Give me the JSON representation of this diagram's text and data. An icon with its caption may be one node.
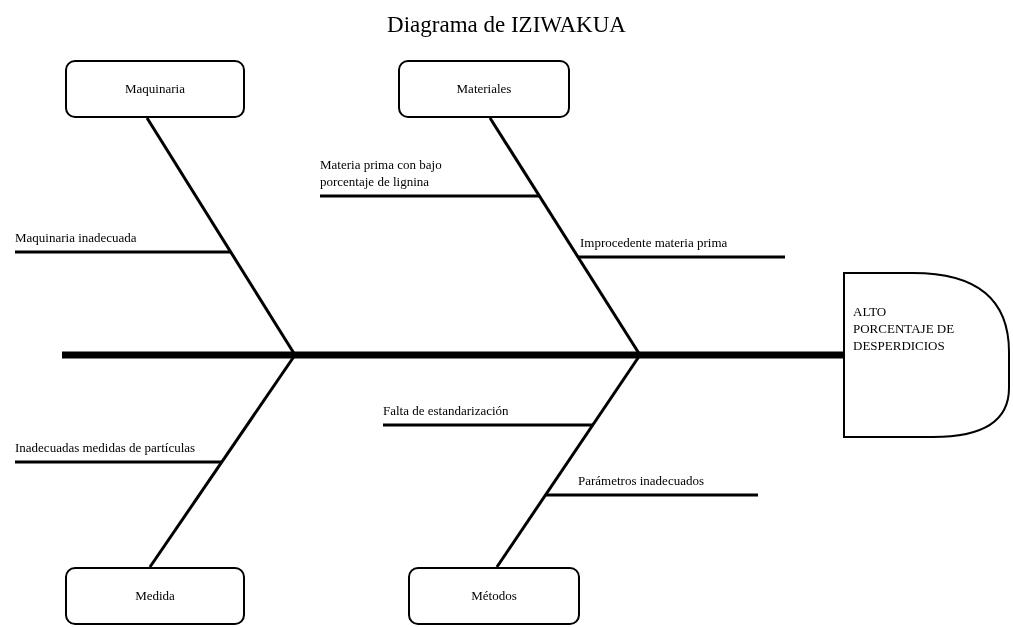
{
  "diagram": {
    "title": "Diagrama de IZIWAKUA",
    "nodes": [
      {
        "text": [
          "Maquinaria"
        ]
      },
      {
        "text": [
          "Materiales"
        ]
      },
      {
        "text": [
          "Materia prima con bajo porcentaje de lignina"
        ]
      },
      {
        "text": [
          "Maquinaria inadecuada"
        ]
      },
      {
        "text": [
          "Improcedente materia prima"
        ]
      },
      {
        "text": [
          "ALTO PORCENTAJE DE DESPERDICIOS"
        ]
      },
      {
        "text": [
          "Falta de estandarización"
        ]
      },
      {
        "text": [
          "Inadecuadas medidas de partículas"
        ]
      },
      {
        "text": [
          "Parámetros inadecuados"
        ]
      },
      {
        "text": [
          "Medida"
        ]
      },
      {
        "text": [
          "Métodos"
        ]
      }
    ],
    "edges": [
      {
        "from": 0,
        "to": null,
        "arrow": "none"
      },
      {
        "from": 1,
        "to": null,
        "arrow": "none"
      },
      {
        "from": 9,
        "to": null,
        "arrow": "none"
      },
      {
        "from": 10,
        "to": null,
        "arrow": "none"
      },
      {
        "from": 2,
        "to": null,
        "arrow": "none"
      },
      {
        "from": 3,
        "to": null,
        "arrow": "none"
      },
      {
        "from": 4,
        "to": null,
        "arrow": "none"
      },
      {
        "from": 6,
        "to": null,
        "arrow": "none"
      },
      {
        "from": 7,
        "to": null,
        "arrow": "none"
      },
      {
        "from": 8,
        "to": null,
        "arrow": "none"
      },
      {
        "from": null,
        "to": 5,
        "arrow": "none",
        "style": "thick"
      }
    ]
  }
}
